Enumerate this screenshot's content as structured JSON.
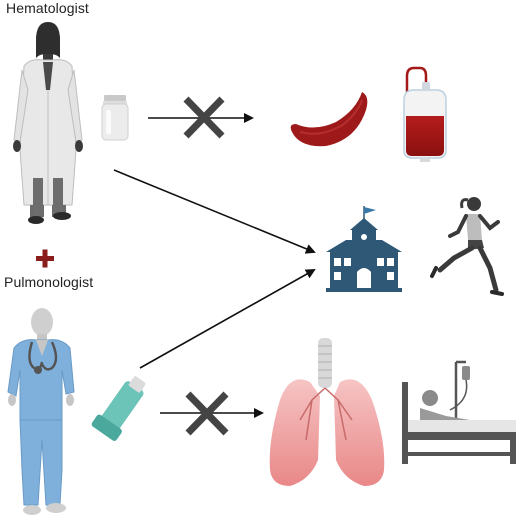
{
  "labels": {
    "hematologist": "Hematologist",
    "pulmonologist": "Pulmonologist"
  },
  "colors": {
    "blood": "#9e1a1a",
    "plus": "#8b1c1c",
    "school": "#2f5877",
    "lung": "#f0a3a3",
    "scrubs": "#7fb0dc",
    "inhaler": "#6cc3b7",
    "icon_gray": "#555555"
  },
  "icons": [
    "hematologist-figure",
    "medicine-vial-icon",
    "blocked-arrow-icon",
    "sickle-cell-icon",
    "blood-bag-icon",
    "school-icon",
    "runner-icon",
    "pulmonologist-figure",
    "inhaler-icon",
    "lungs-icon",
    "hospital-bed-icon",
    "plus-icon"
  ]
}
